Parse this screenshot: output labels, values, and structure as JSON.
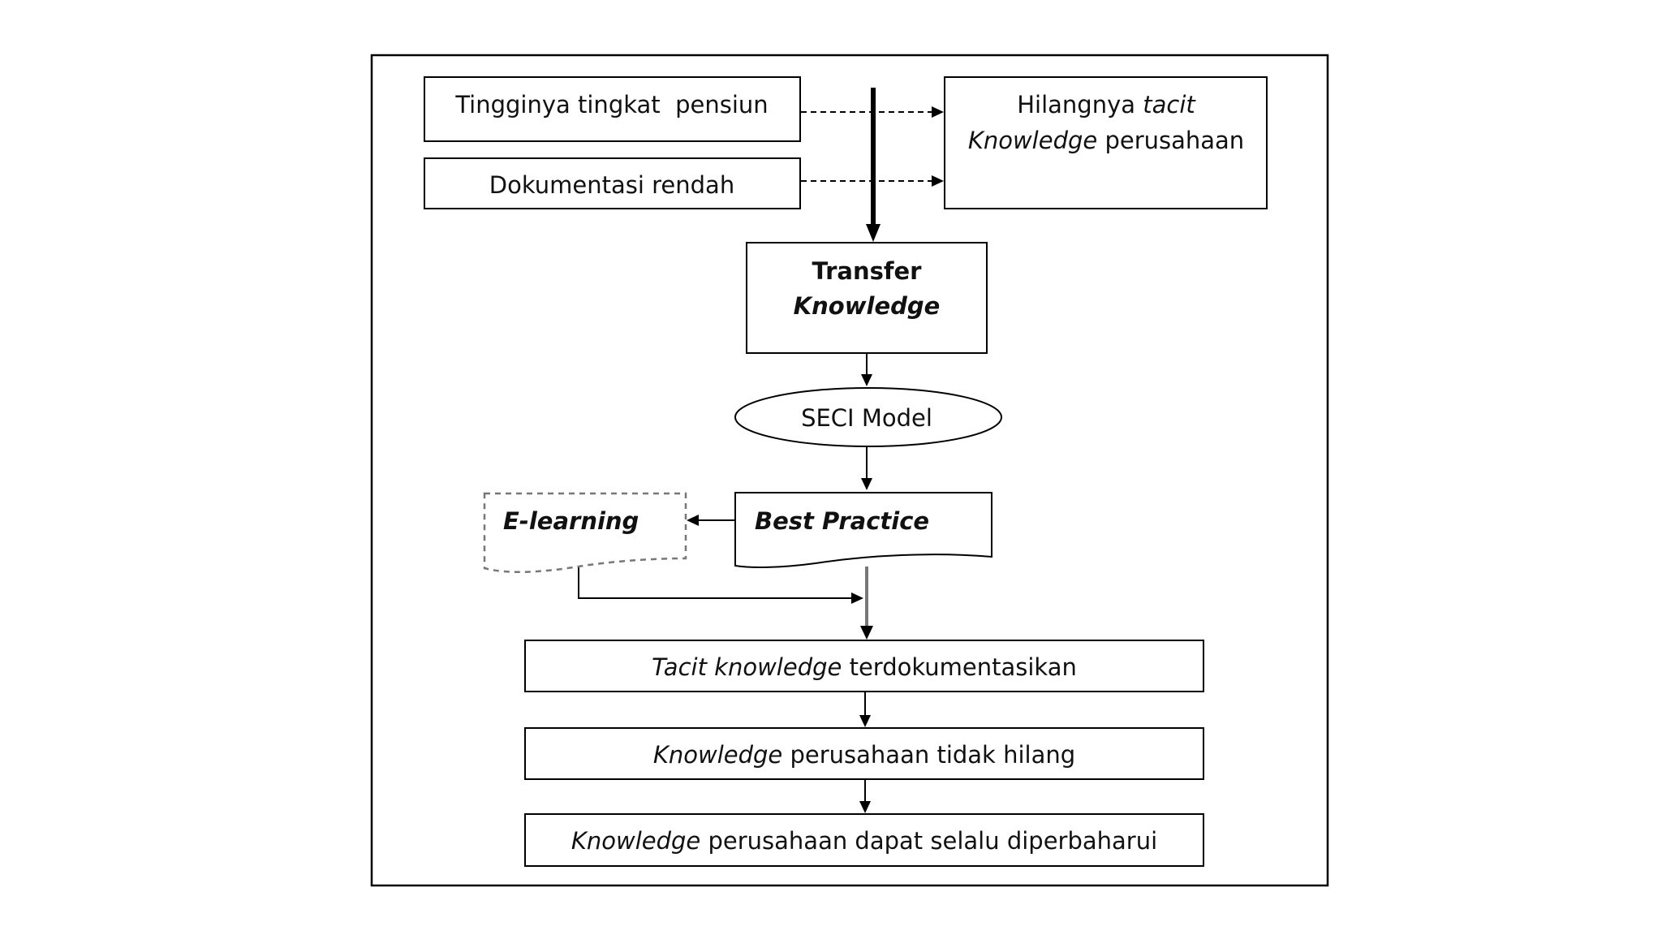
{
  "diagram": {
    "nodes": {
      "pensiun": {
        "text": "Tingginya tingkat  pensiun"
      },
      "dokumentasi": {
        "text": "Dokumentasi rendah"
      },
      "hilangnya": {
        "line1_plain": "Hilangnya ",
        "line1_italic": "tacit",
        "line2_italic": "Knowledge",
        "line2_plain": " perusahaan"
      },
      "transfer": {
        "line1": "Transfer",
        "line2": "Knowledge"
      },
      "seci": {
        "text": "SECI Model"
      },
      "best_practice": {
        "text": "Best Practice"
      },
      "elearning": {
        "text": "E-learning"
      },
      "tacit_doc": {
        "italic": "Tacit knowledge",
        "plain": " terdokumentasikan"
      },
      "tidak_hilang": {
        "italic": "Knowledge",
        "plain": " perusahaan tidak hilang"
      },
      "diperbaharui": {
        "italic": "Knowledge",
        "plain": " perusahaan dapat selalu diperbaharui"
      }
    }
  }
}
